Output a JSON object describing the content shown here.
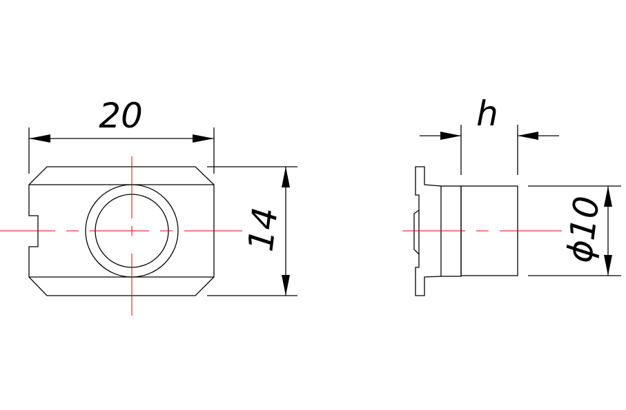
{
  "drawing": {
    "front_view": {
      "width_label": "20",
      "height_label": "14"
    },
    "side_view": {
      "thickness_label": "h",
      "diameter_label": "ϕ10"
    },
    "colors": {
      "outline": "#000000",
      "centerline": "#e00000"
    }
  }
}
